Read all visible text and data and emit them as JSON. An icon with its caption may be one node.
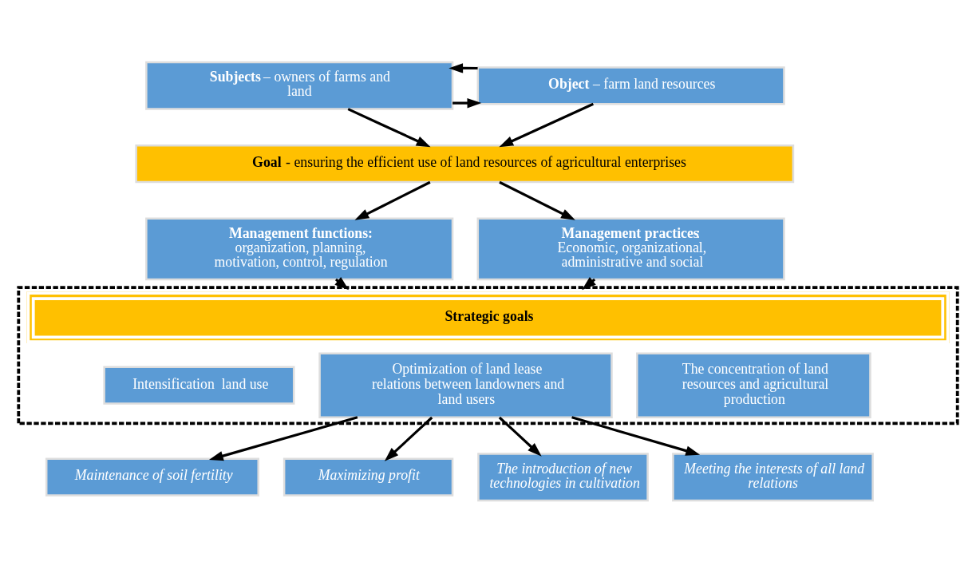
{
  "diagram": {
    "nodes": [
      {
        "text": [
          "**Subjects** – owners of farms and land"
        ]
      },
      {
        "text": [
          "**Object** – farm land resources"
        ]
      },
      {
        "text": [
          "**Goal** - ensuring the efficient use of land resources of agricultural enterprises"
        ]
      },
      {
        "text": [
          "**Management functions:** organization, planning, motivation, control, regulation"
        ]
      },
      {
        "text": [
          "**Management practices**: Economic, organizational, administrative and social"
        ]
      },
      {
        "text": [
          "Strategic goals"
        ]
      },
      {
        "text": [
          "Intensification  land use"
        ],
        "in": 5
      },
      {
        "text": [
          "Optimization of land lease relations between landowners and land users"
        ],
        "in": 5
      },
      {
        "text": [
          "The concentration of land resources and agricultural production"
        ],
        "in": 5
      },
      {
        "text": [
          "Maintenance of soil fertility"
        ]
      },
      {
        "text": [
          "Maximizing profit"
        ]
      },
      {
        "text": [
          "The introduction of new technologies in cultivation"
        ]
      },
      {
        "text": [
          "Meeting the interests of all land relations"
        ]
      }
    ],
    "edges": [
      {
        "from": 0,
        "to": 1,
        "arrow": "to"
      },
      {
        "from": 1,
        "to": 0,
        "arrow": "to"
      },
      {
        "from": 0,
        "to": 2,
        "arrow": "to"
      },
      {
        "from": 1,
        "to": 2,
        "arrow": "to"
      },
      {
        "from": 2,
        "to": 3,
        "arrow": "to"
      },
      {
        "from": 2,
        "to": 4,
        "arrow": "to"
      },
      {
        "from": 3,
        "to": 5,
        "arrow": "to"
      },
      {
        "from": 4,
        "to": 5,
        "arrow": "to"
      },
      {
        "from": 7,
        "to": 9,
        "arrow": "to"
      },
      {
        "from": 7,
        "to": 10,
        "arrow": "to"
      },
      {
        "from": 7,
        "to": 11,
        "arrow": "to"
      },
      {
        "from": 7,
        "to": 12,
        "arrow": "to"
      }
    ]
  }
}
